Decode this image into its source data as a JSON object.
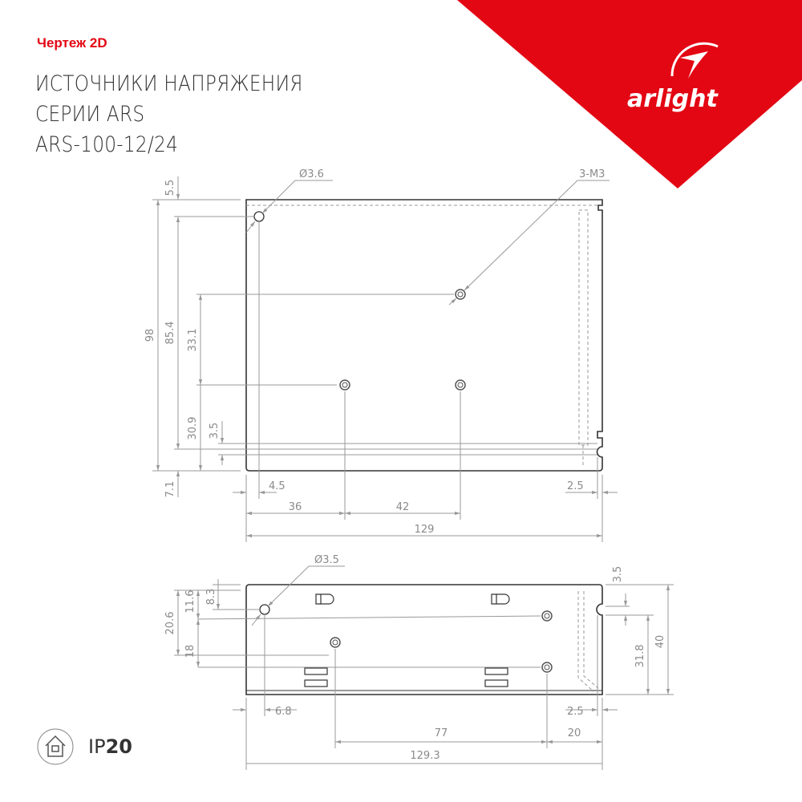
{
  "header": {
    "kicker": "Чертеж 2D",
    "title_lines": [
      "ИСТОЧНИКИ НАПРЯЖЕНИЯ",
      "СЕРИИ ARS",
      "ARS-100-12/24"
    ]
  },
  "brand": {
    "logo_text": "arlight",
    "color": "#e30613"
  },
  "top_view": {
    "callouts": {
      "hole": "Ø3.6",
      "screws": "3-M3"
    },
    "dims": {
      "d98": "98",
      "d5_5": "5.5",
      "d85_4": "85.4",
      "d7_1": "7.1",
      "d33_1": "33.1",
      "d30_9": "30.9",
      "d3_5": "3.5",
      "d4_5": "4.5",
      "d2_5": "2.5",
      "d36": "36",
      "d42": "42",
      "d129": "129"
    }
  },
  "side_view": {
    "callouts": {
      "hole": "Ø3.5"
    },
    "dims": {
      "d20_6": "20.6",
      "d11_6": "11.6",
      "d8_3": "8.3",
      "d18": "18",
      "d3_5": "3.5",
      "d31_8": "31.8",
      "d40": "40",
      "d6_8": "6.8",
      "d2_5": "2.5",
      "d77": "77",
      "d20": "20",
      "d129_3": "129.3"
    }
  },
  "protection": {
    "icon": "house-icon",
    "prefix": "IP",
    "value": "20"
  }
}
